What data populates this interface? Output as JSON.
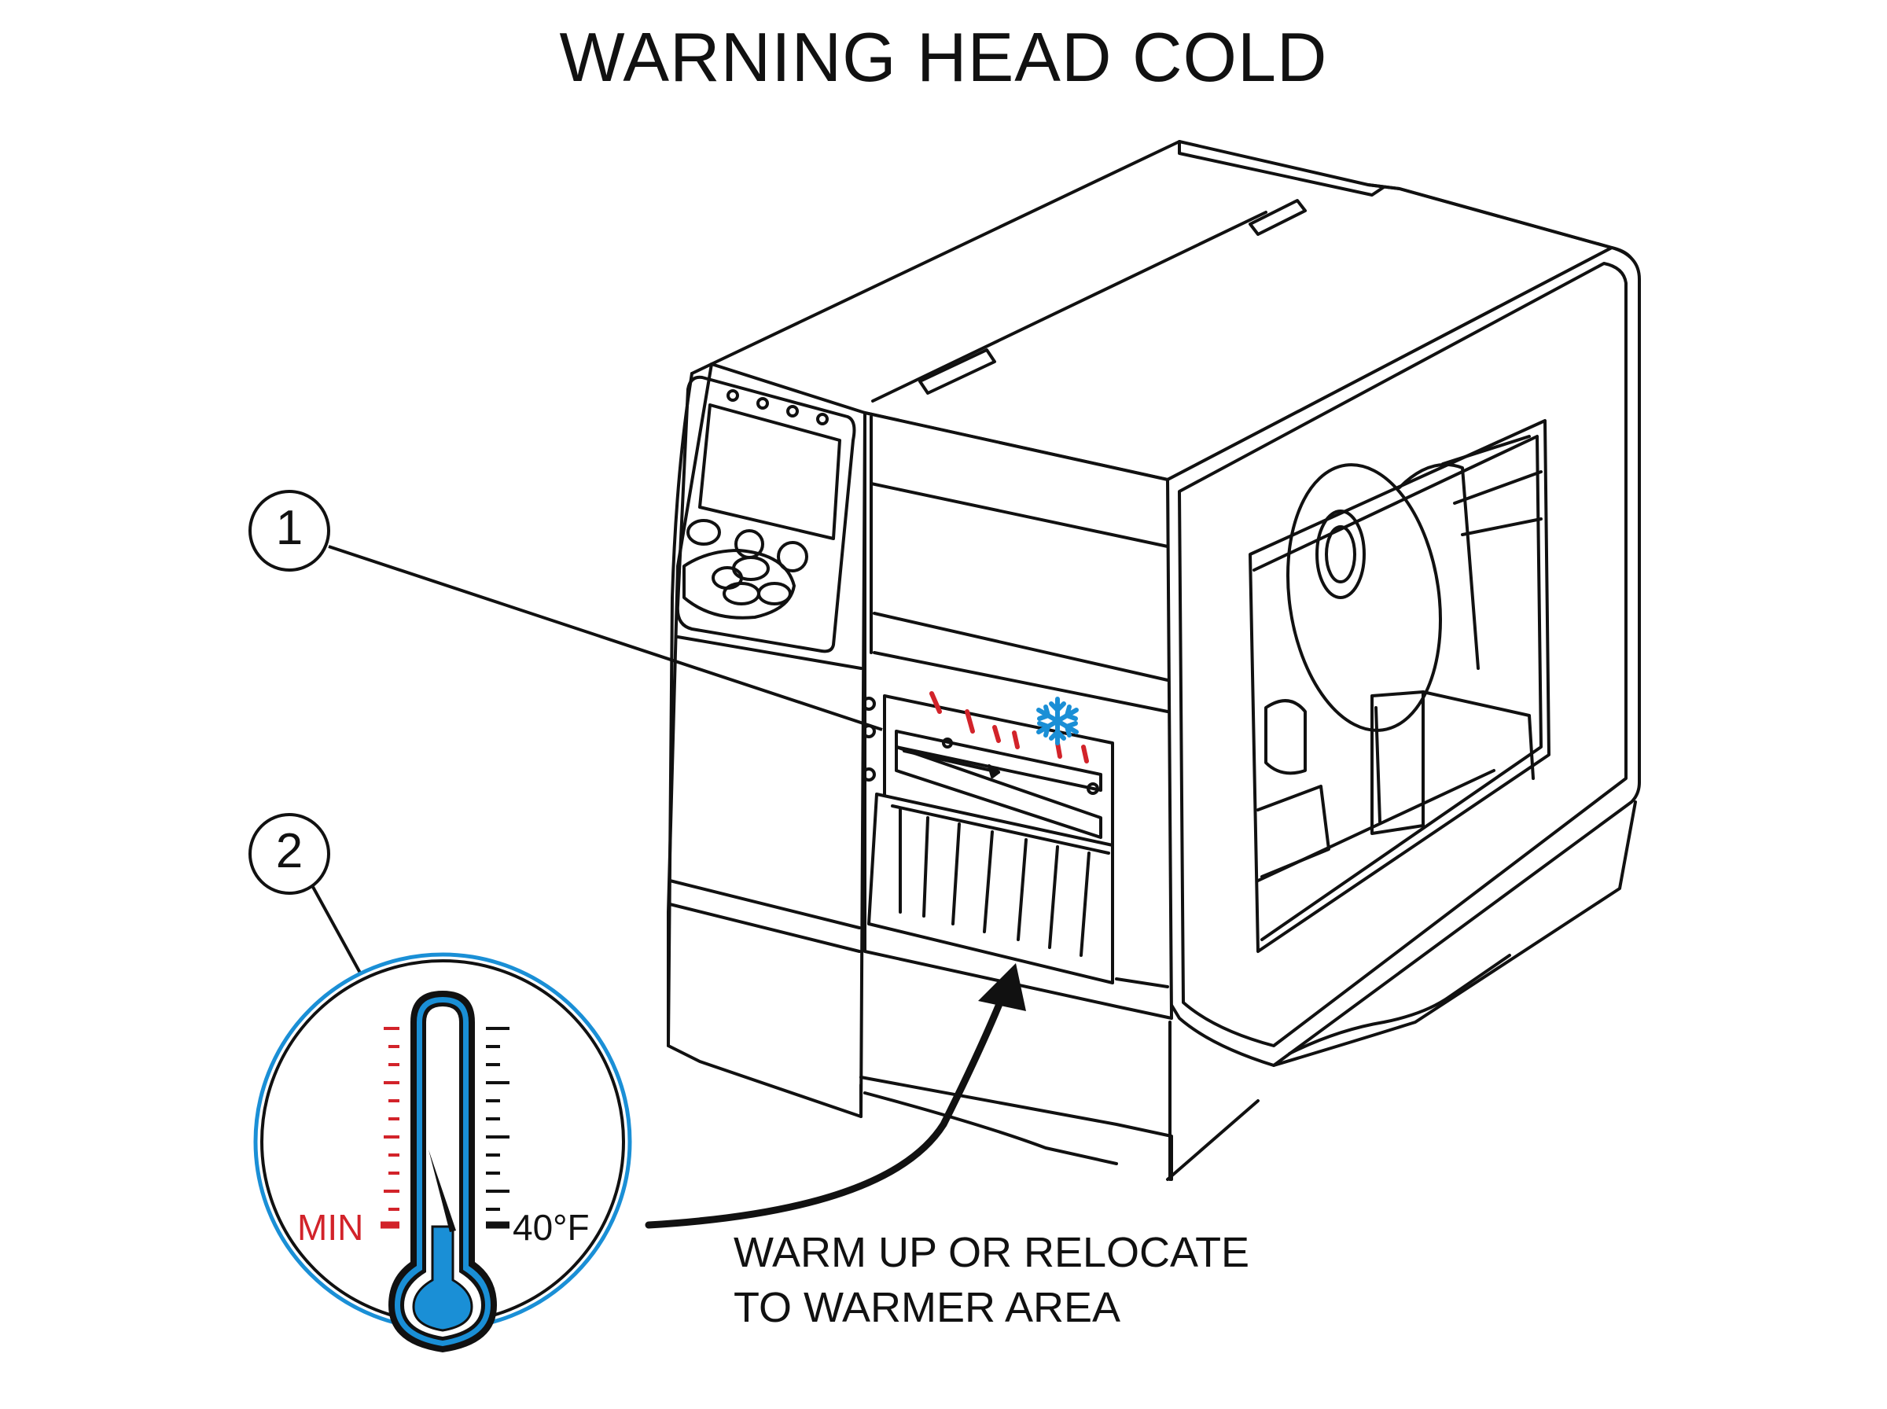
{
  "title": "WARNING HEAD COLD",
  "callouts": [
    {
      "number": "1"
    },
    {
      "number": "2"
    }
  ],
  "thermometer": {
    "min_label": "MIN",
    "temp_label": "40°F"
  },
  "instruction": {
    "line1": "WARM UP OR RELOCATE",
    "line2": "TO WARMER AREA"
  },
  "icons": {
    "cold": "snowflake-icon"
  },
  "colors": {
    "line": "#111111",
    "warning_red": "#d2232a",
    "cold_blue": "#1a8fd6"
  }
}
